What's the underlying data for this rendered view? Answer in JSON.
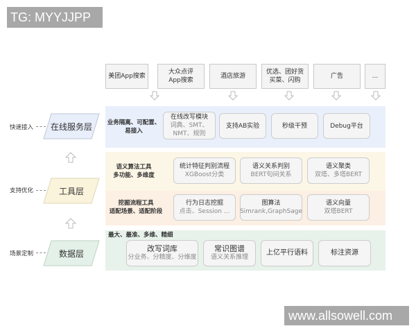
{
  "watermarks": {
    "top_left": "TG: MYYJJPP",
    "bottom_right": "www.allsowell.com"
  },
  "sources": [
    {
      "label": "美团App搜索"
    },
    {
      "label": "大众点评\nApp搜索"
    },
    {
      "label": "酒店旅游"
    },
    {
      "label": "优选、团好货\n买菜、闪购"
    },
    {
      "label": "广告"
    },
    {
      "label": "..."
    }
  ],
  "layers": {
    "online": {
      "name": "在线服务层",
      "side": "快速接入",
      "color": "#e8eefa"
    },
    "tools": {
      "name": "工具层",
      "side": "支持优化",
      "color": "#fbf5e2"
    },
    "data": {
      "name": "数据层",
      "side": "场景定制",
      "color": "#e6f2ea"
    }
  },
  "online_panel": {
    "label_line1": "业务隔离、可配置、",
    "label_line2": "易接入",
    "cards": [
      {
        "title": "在线改写模块",
        "sub1": "词典、SMT、",
        "sub2": "NMT、规则"
      },
      {
        "title": "支持AB实验"
      },
      {
        "title": "秒级干预"
      },
      {
        "title": "Debug平台"
      }
    ]
  },
  "tools_panel_1": {
    "label_line1": "语义算法工具",
    "label_line2": "多功能、多维度",
    "cards": [
      {
        "title": "统计特征判别流程",
        "sub": "XGBoost分类"
      },
      {
        "title": "语义关系判别",
        "sub": "BERT句间关系"
      },
      {
        "title": "语义聚类",
        "sub": "双塔、多塔BERT"
      }
    ]
  },
  "tools_panel_2": {
    "label_line1": "挖掘流程工具",
    "label_line2": "适配场景、适配阶段",
    "cards": [
      {
        "title": "行为日志挖掘",
        "sub": "点击、Session ..."
      },
      {
        "title": "图算法",
        "sub": "Simrank,GraphSage"
      },
      {
        "title": "语义向量",
        "sub": "双塔BERT"
      }
    ]
  },
  "data_panel": {
    "label": "最大、最准、多维、精细",
    "cards": [
      {
        "title": "改写词库",
        "sub": "分业务、分精度、分维度"
      },
      {
        "title": "常识图谱",
        "sub": "语义关系推理"
      },
      {
        "title": "上亿平行语料"
      },
      {
        "title": "标注资源"
      }
    ]
  }
}
